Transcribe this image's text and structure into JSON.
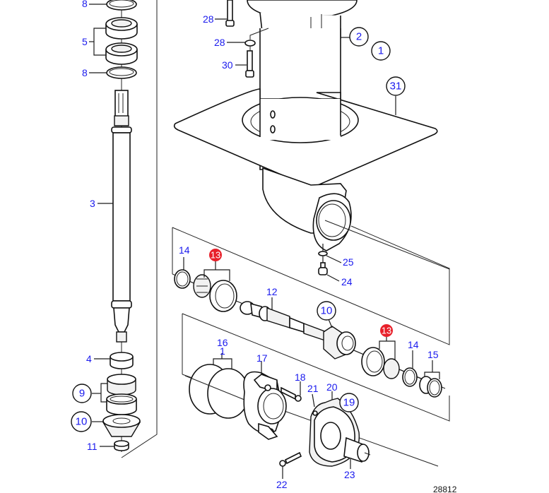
{
  "figure": {
    "number": "28812",
    "label_color": "#1a1aee",
    "highlight_color": "#e8202a"
  },
  "callouts": {
    "left_column": {
      "c8a": "8",
      "c5": "5",
      "c8b": "8",
      "c3": "3",
      "c4": "4",
      "c9": "9",
      "c10": "10",
      "c11": "11"
    },
    "top": {
      "c28a": "28",
      "c28b": "28",
      "c30": "30",
      "c2": "2",
      "c1": "1",
      "c31": "31",
      "c25": "25",
      "c24": "24"
    },
    "pinion_group": {
      "c14a": "14",
      "c13a": "13",
      "c12": "12",
      "c10b": "10",
      "c13b": "13",
      "c14b": "14",
      "c15": "15"
    },
    "housing_group": {
      "c16": "16",
      "c1b": "1",
      "c17": "17",
      "c18": "18",
      "c21": "21",
      "c20": "20",
      "c19": "19",
      "c22": "22",
      "c23": "23"
    }
  }
}
